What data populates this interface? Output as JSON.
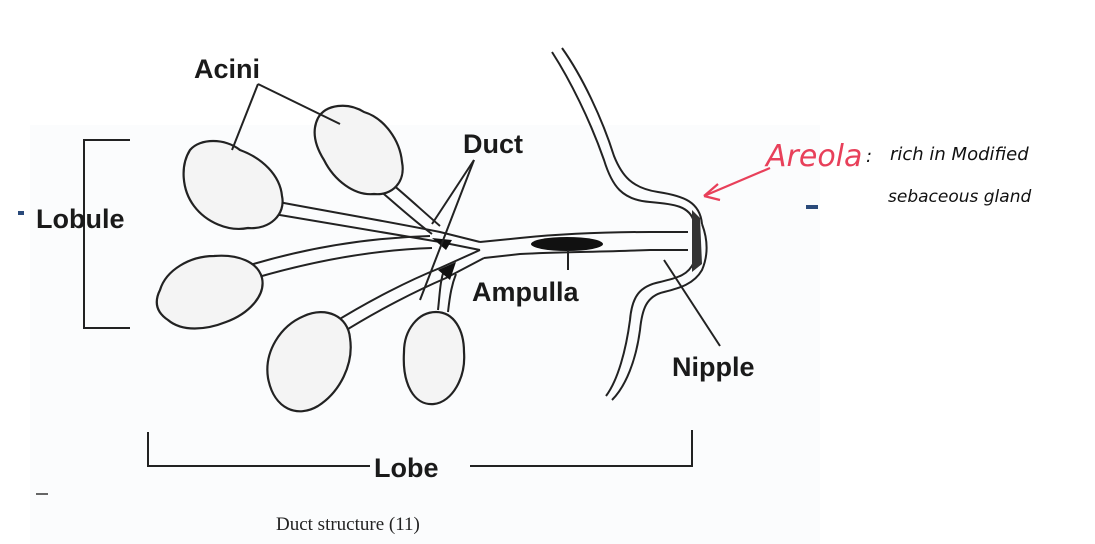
{
  "labels": {
    "acini": "Acini",
    "duct": "Duct",
    "lobule": "Lobule",
    "ampulla": "Ampulla",
    "nipple": "Nipple",
    "lobe": "Lobe"
  },
  "caption": "Duct structure (11)",
  "annotation": {
    "term": "Areola",
    "separator": ":",
    "note_line1": "rich in Modified",
    "note_line2": "sebaceous gland",
    "color": "#e8405a"
  }
}
